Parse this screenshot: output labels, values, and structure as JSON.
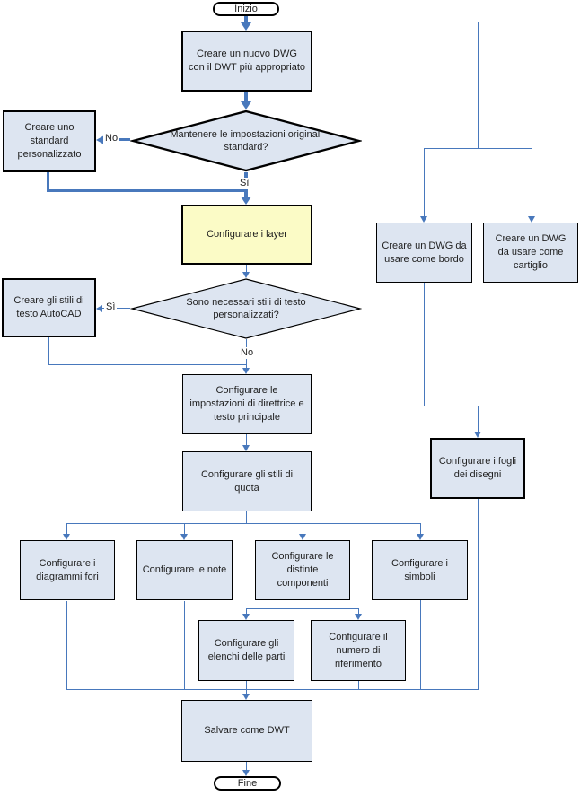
{
  "diagram": {
    "type": "flowchart",
    "language": "it",
    "topic": "Configurazione di un modello DWT",
    "colors": {
      "connector": "#4878BC",
      "node_fill": "#DDE5F1",
      "highlight_fill": "#FBFBC6",
      "node_border": "#000000",
      "background": "#FFFFFF",
      "text": "#1F1F1F"
    },
    "nodes": {
      "start": {
        "shape": "terminator",
        "label": "Inizio"
      },
      "create_dwg": {
        "shape": "process",
        "label": "Creare un nuovo DWG con il DWT più appropriato"
      },
      "keep_settings": {
        "shape": "decision",
        "label": "Mantenere le impostazioni originali standard?"
      },
      "custom_standard": {
        "shape": "process",
        "label": "Creare uno standard personalizzato"
      },
      "configure_layers": {
        "shape": "process",
        "label": "Configurare i layer",
        "highlighted": true
      },
      "need_text_styles": {
        "shape": "decision",
        "label": "Sono necessari stili di testo personalizzati?"
      },
      "create_text_styles": {
        "shape": "process",
        "label": "Creare gli stili di testo AutoCAD"
      },
      "leader_settings": {
        "shape": "process",
        "label": "Configurare le impostazioni di direttrice e testo principale"
      },
      "dim_styles": {
        "shape": "process",
        "label": "Configurare gli stili di quota"
      },
      "hole_charts": {
        "shape": "process",
        "label": "Configurare i diagrammi fori"
      },
      "notes": {
        "shape": "process",
        "label": "Configurare le note"
      },
      "parts_components": {
        "shape": "process",
        "label": "Configurare le distinte componenti"
      },
      "symbols": {
        "shape": "process",
        "label": "Configurare i simboli"
      },
      "parts_lists": {
        "shape": "process",
        "label": "Configurare gli elenchi delle parti"
      },
      "balloons": {
        "shape": "process",
        "label": "Configurare il numero di riferimento"
      },
      "border_dwg": {
        "shape": "process",
        "label": "Creare un DWG da usare come bordo"
      },
      "titleblock_dwg": {
        "shape": "process",
        "label": "Creare un DWG da usare come cartiglio"
      },
      "drawing_sheets": {
        "shape": "process",
        "label": "Configurare i fogli dei disegni"
      },
      "save_dwt": {
        "shape": "process",
        "label": "Salvare come DWT"
      },
      "end": {
        "shape": "terminator",
        "label": "Fine"
      }
    },
    "edge_labels": {
      "keep_settings_no": "No",
      "keep_settings_yes": "Sì",
      "need_text_styles_yes": "Sì",
      "need_text_styles_no": "No"
    }
  }
}
